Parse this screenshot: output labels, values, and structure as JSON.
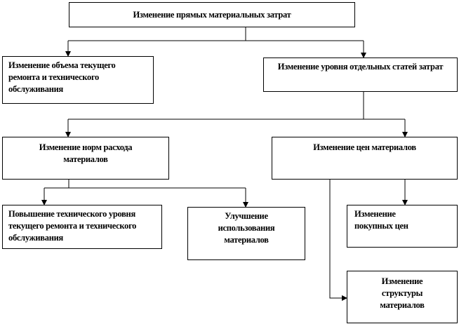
{
  "diagram": {
    "root": "Изменение прямых материальных затрат",
    "volume": "Изменение объема текущего ремонта и технического обслуживания",
    "cost_items": "Изменение уровня отдельных статей затрат",
    "norms": "Изменение норм расхода материалов",
    "prices": "Изменение цен материалов",
    "tech_level": "Повышение технического уровня текущего ремонта и технического обслуживания",
    "usage": "Улучшение использования материалов",
    "purchase_prices": "Изменение покупных цен",
    "structure": "Изменение структуры материалов"
  },
  "colors": {
    "line": "#000000",
    "background": "#ffffff"
  }
}
